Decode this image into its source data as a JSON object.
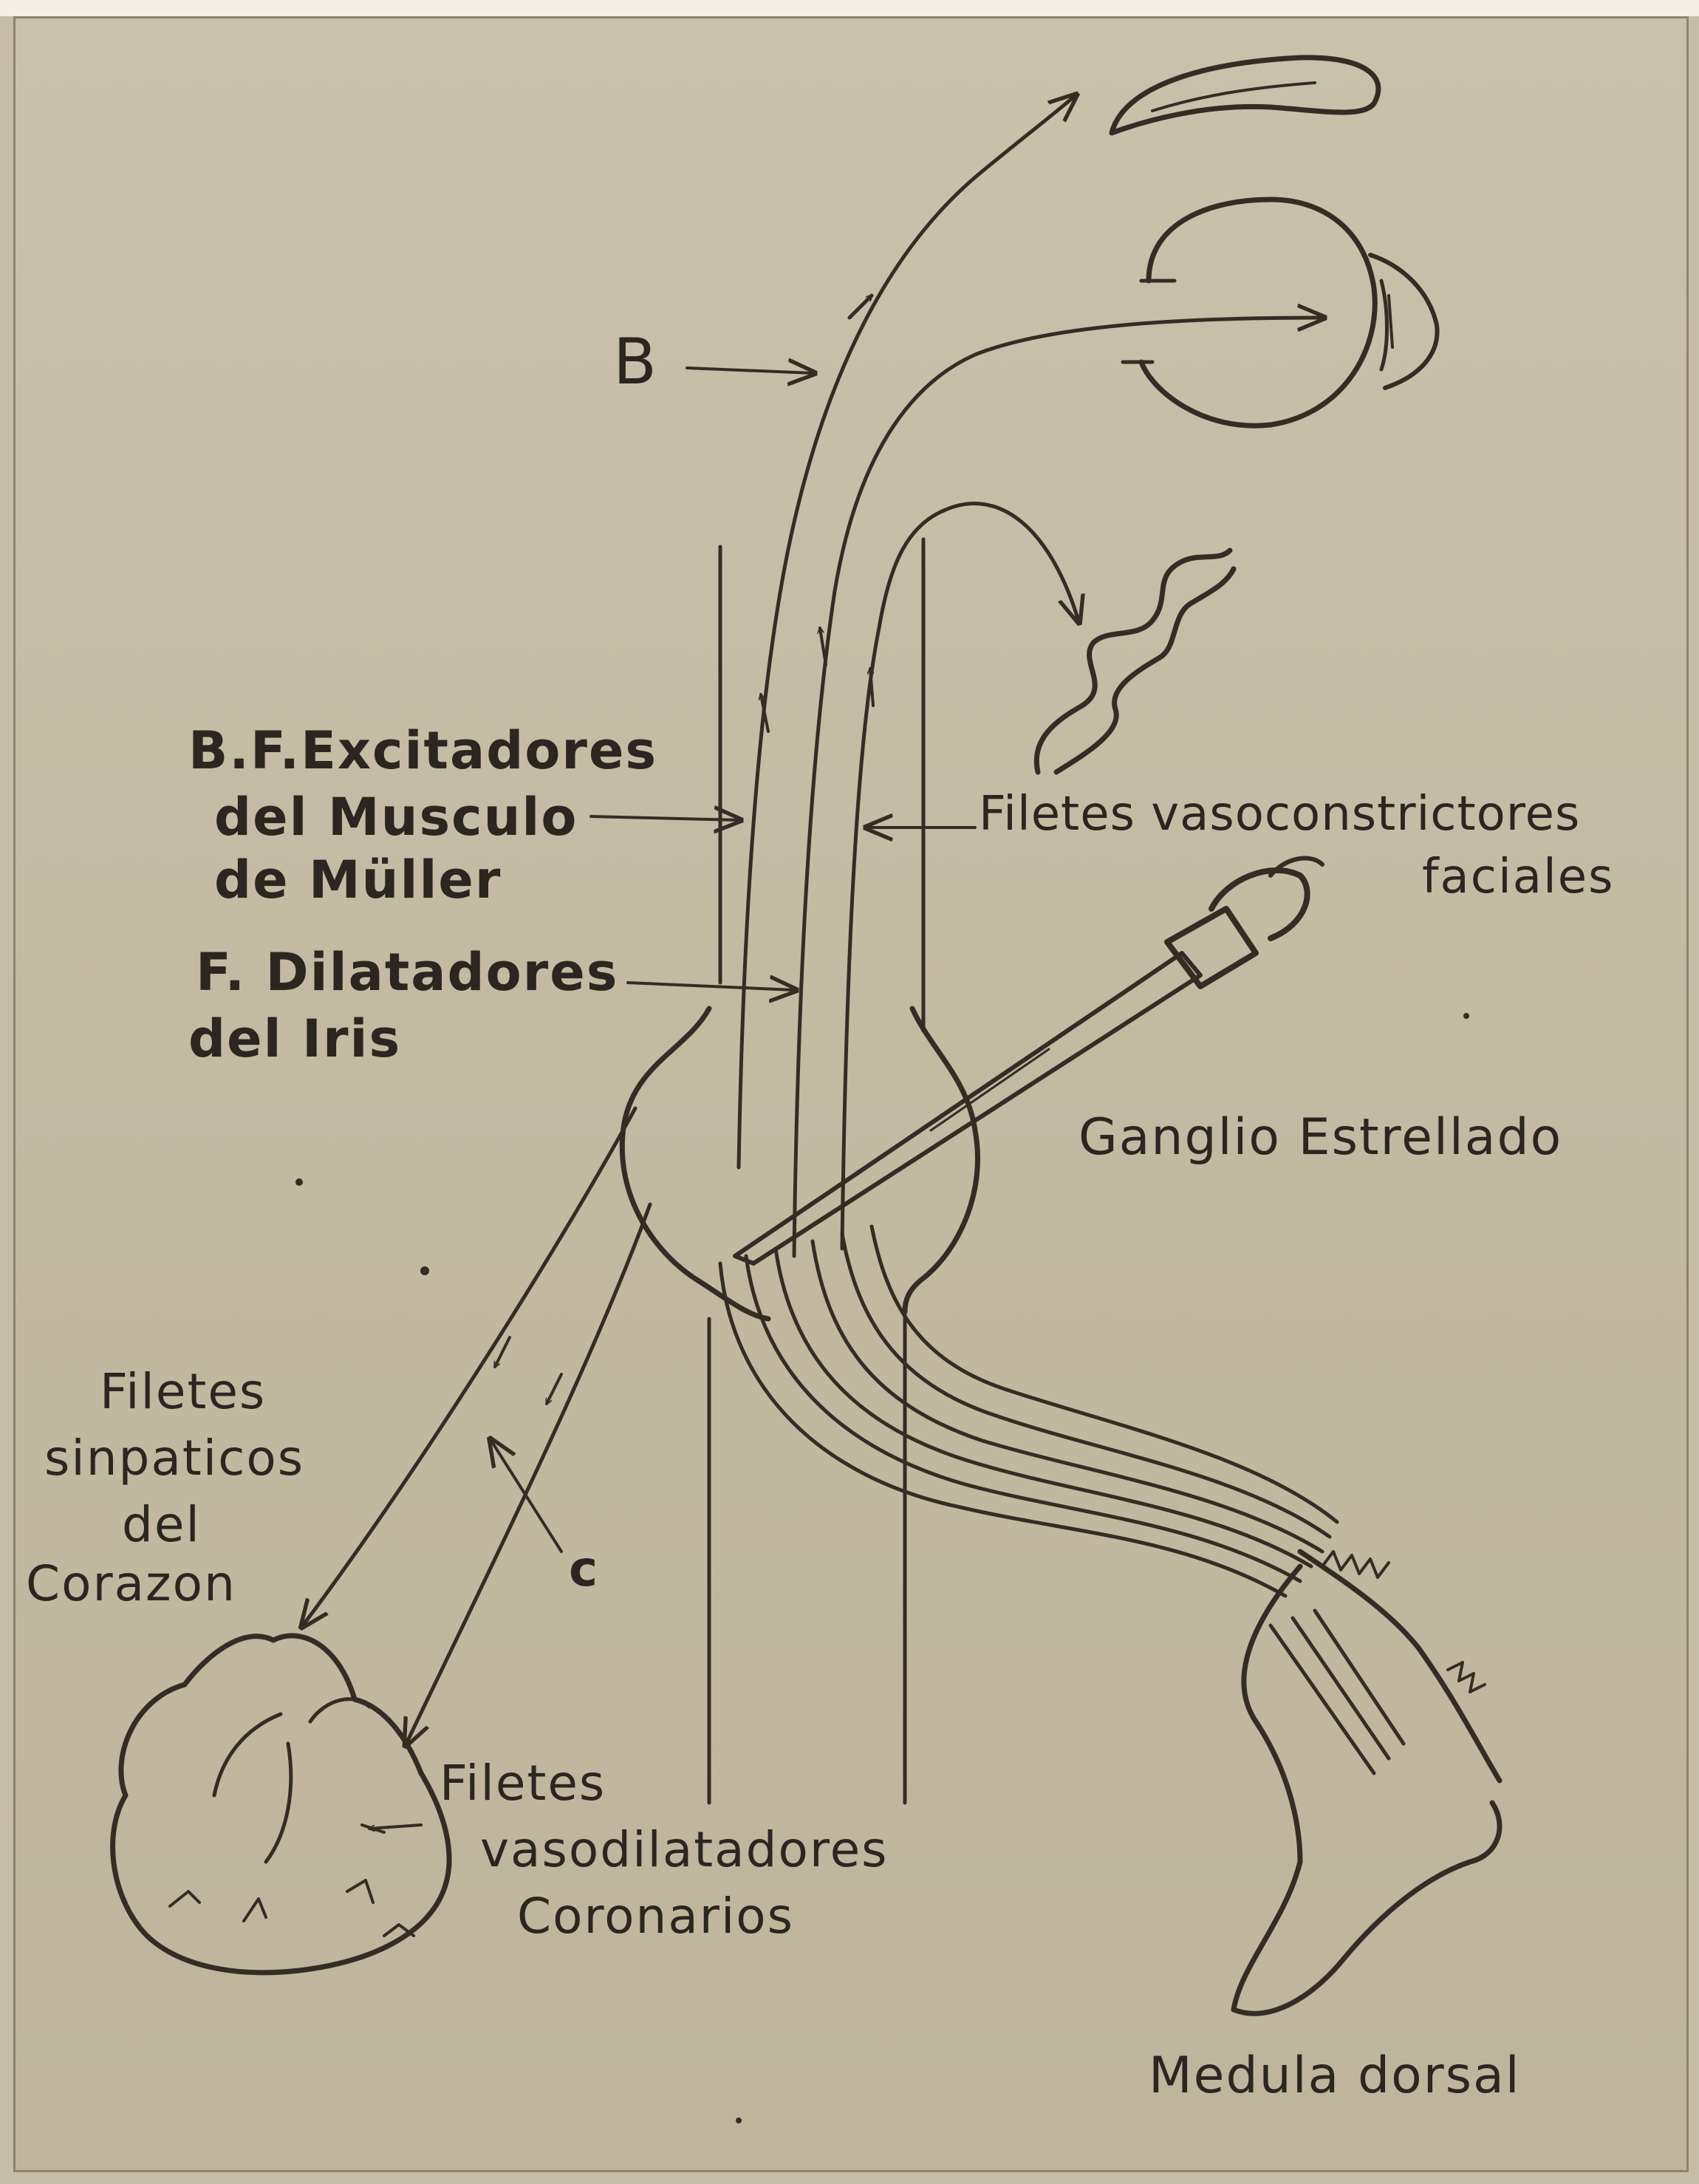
{
  "labels": {
    "b_marker": "B",
    "excitadores": [
      "B.F.Excitadores",
      "del Musculo",
      "de Müller"
    ],
    "vasoconstrictores": [
      "Filetes vasoconstrictores",
      "faciales"
    ],
    "dilatadores": [
      "F. Dilatadores",
      "del Iris"
    ],
    "ganglio": "Ganglio Estrellado",
    "cardiacos": [
      "Filetes",
      "sinpaticos",
      "del",
      "Corazon"
    ],
    "c_marker": "c",
    "coronarios": [
      "Filetes",
      "vasodilatadores",
      "Coronarios"
    ],
    "medula": "Medula dorsal"
  },
  "colors": {
    "paper": "#c5bda6",
    "ink": "#332d24"
  },
  "structures": [
    "eyebrow-muscle",
    "eye",
    "facial-vessel",
    "stellate-ganglion",
    "needle",
    "heart",
    "spinal-cord"
  ]
}
